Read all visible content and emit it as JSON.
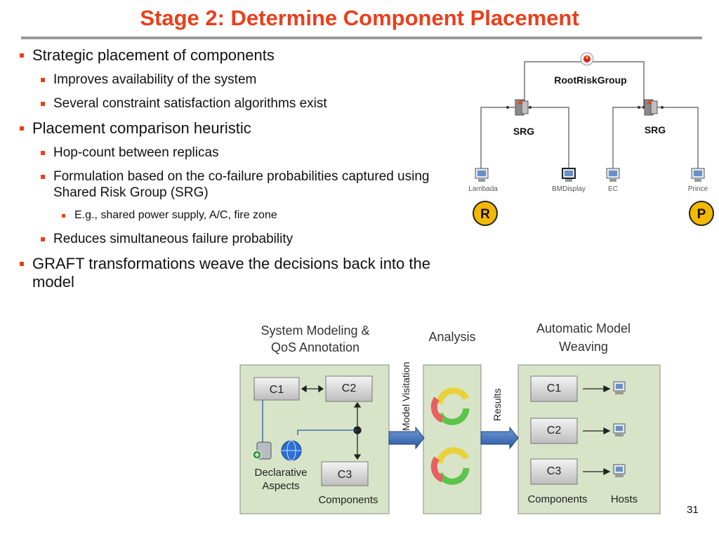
{
  "slide": {
    "title": "Stage 2: Determine Component Placement",
    "page_number": "31",
    "bullets": {
      "b1": "Strategic placement of components",
      "b1_1": "Improves availability of the system",
      "b1_2": "Several constraint satisfaction algorithms exist",
      "b2": "Placement comparison heuristic",
      "b2_1": "Hop-count between replicas",
      "b2_2": "Formulation based on the co-failure probabilities captured using Shared Risk Group (SRG)",
      "b2_2_1": "E.g., shared power supply, A/C, fire zone",
      "b2_3": "Reduces simultaneous failure probability",
      "b3": "GRAFT transformations weave the decisions back into the model"
    },
    "accent_color": "#e8401c"
  },
  "srg_diagram": {
    "root_label": "RootRiskGroup",
    "srg_left_label": "SRG",
    "srg_right_label": "SRG",
    "hosts": [
      "Lambada",
      "BMDisplay",
      "EC",
      "Prince"
    ],
    "replica_r": "R",
    "replica_p": "P",
    "replica_color": "#f5b800"
  },
  "process_diagram": {
    "modeling_title_line1": "System Modeling &",
    "modeling_title_line2": "QoS Annotation",
    "analysis_title": "Analysis",
    "weaving_title_line1": "Automatic Model",
    "weaving_title_line2": "Weaving",
    "model_visitation_label": "Model Visitation",
    "results_label": "Results",
    "c1": "C1",
    "c2": "C2",
    "c3": "C3",
    "declarative_line1": "Declarative",
    "declarative_line2": "Aspects",
    "components_label": "Components",
    "weave_c1": "C1",
    "weave_c2": "C2",
    "weave_c3": "C3",
    "weave_components_label": "Components",
    "hosts_label": "Hosts",
    "panel_color": "#d8e4c8"
  }
}
